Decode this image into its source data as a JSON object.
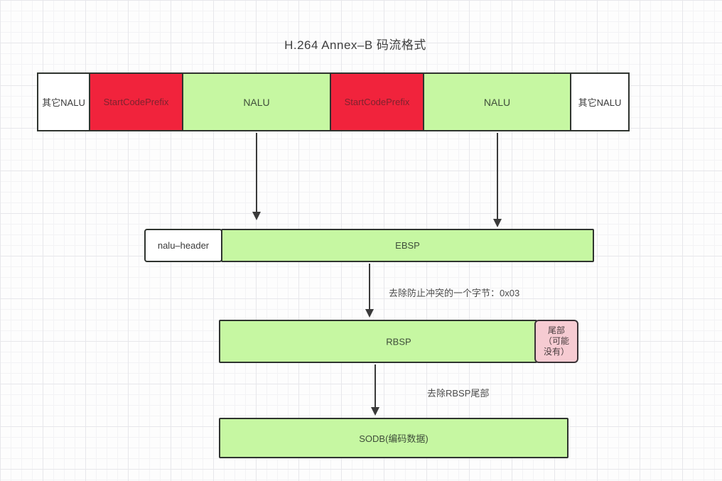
{
  "title": "H.264 Annex–B 码流格式",
  "top_row": {
    "cells": [
      {
        "label": "其它NALU",
        "type": "white"
      },
      {
        "label": "StartCodePrefix",
        "type": "red"
      },
      {
        "label": "NALU",
        "type": "green"
      },
      {
        "label": "StartCodePrefix",
        "type": "red"
      },
      {
        "label": "NALU",
        "type": "green"
      },
      {
        "label": "其它NALU",
        "type": "white"
      }
    ]
  },
  "nalu_row": {
    "header_label": "nalu–header",
    "ebsp_label": "EBSP"
  },
  "annotations": {
    "remove_emulation_byte": "去除防止冲突的一个字节：0x03",
    "remove_rbsp_trailing": "去除RBSP尾部"
  },
  "rbsp_row": {
    "rbsp_label": "RBSP",
    "tail_lines": [
      "尾部",
      "（可能",
      "没有）"
    ]
  },
  "sodb_row": {
    "label": "SODB(编码数据)"
  },
  "colors": {
    "red_fill": "#f1233c",
    "red_text": "#7e222e",
    "green_fill": "#c6f7a2",
    "pink_fill": "#f6cbd2",
    "border_dark": "#2f342f",
    "arrow": "#3a3a3a",
    "background": "#fdfdfd"
  }
}
